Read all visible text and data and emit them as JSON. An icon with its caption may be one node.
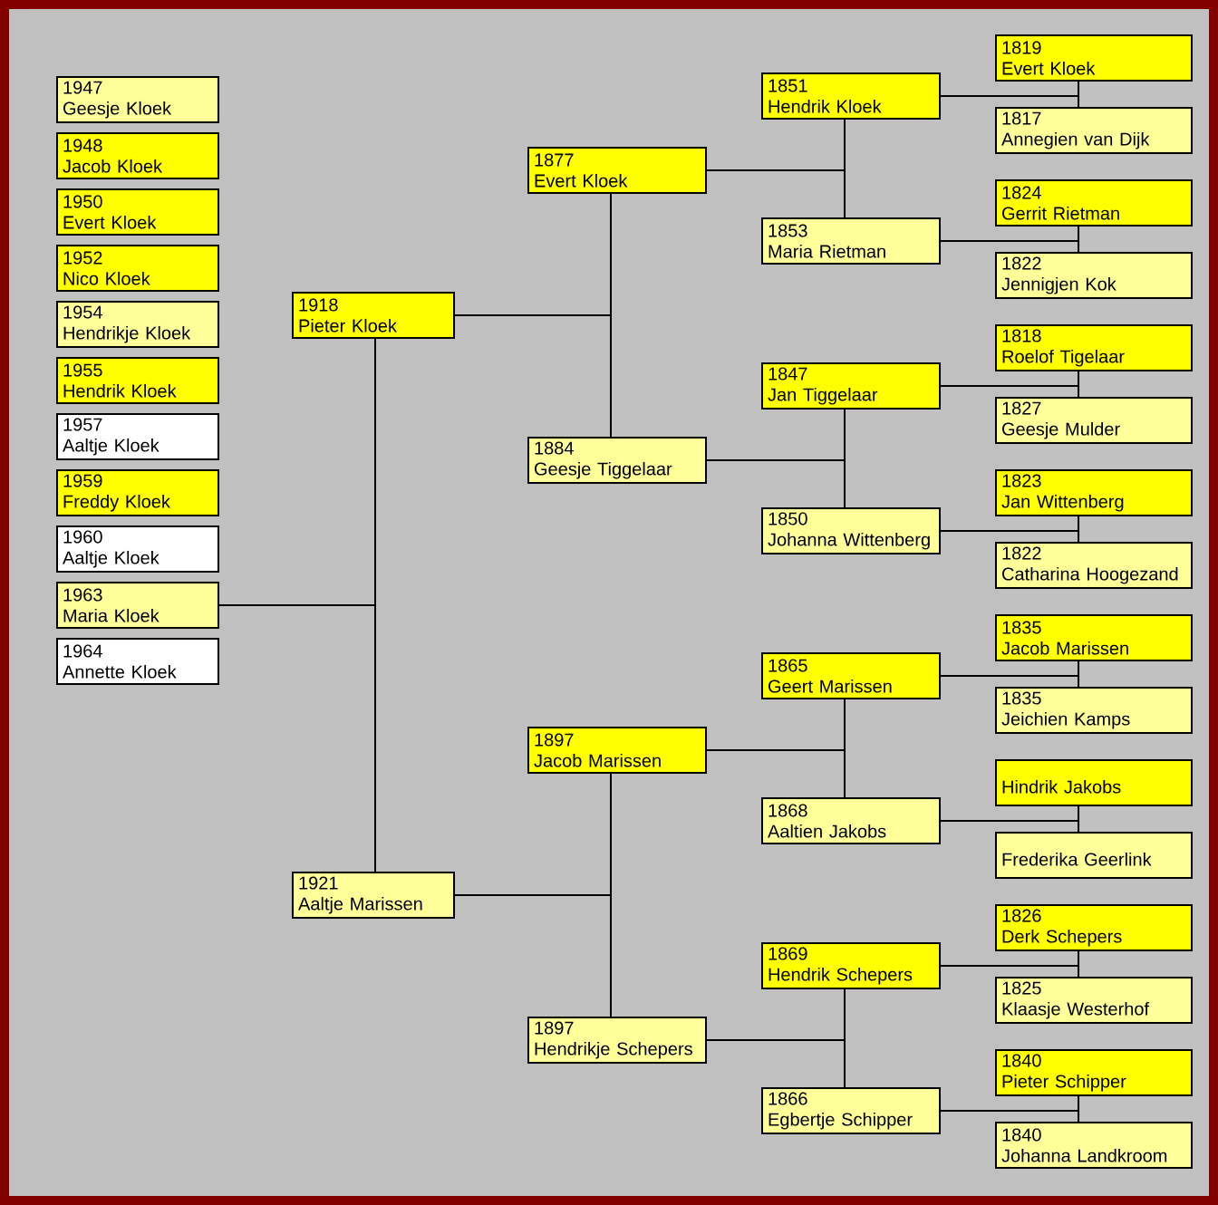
{
  "diagram": {
    "nodes": [
      {
        "text": [
          "1947",
          "Geesje Kloek"
        ]
      },
      {
        "text": [
          "1948",
          "Jacob Kloek"
        ]
      },
      {
        "text": [
          "1950",
          "Evert Kloek"
        ]
      },
      {
        "text": [
          "1952",
          "Nico Kloek"
        ]
      },
      {
        "text": [
          "1954",
          "Hendrikje Kloek"
        ]
      },
      {
        "text": [
          "1955",
          "Hendrik Kloek"
        ]
      },
      {
        "text": [
          "1957",
          "Aaltje Kloek"
        ]
      },
      {
        "text": [
          "1959",
          "Freddy Kloek"
        ]
      },
      {
        "text": [
          "1960",
          "Aaltje Kloek"
        ]
      },
      {
        "text": [
          "1963",
          "Maria Kloek"
        ]
      },
      {
        "text": [
          "1964",
          "Annette Kloek"
        ]
      },
      {
        "text": [
          "1918",
          "Pieter Kloek"
        ]
      },
      {
        "text": [
          "1921",
          "Aaltje Marissen"
        ]
      },
      {
        "text": [
          "1877",
          "Evert Kloek"
        ]
      },
      {
        "text": [
          "1884",
          "Geesje Tiggelaar"
        ]
      },
      {
        "text": [
          "1897",
          "Jacob Marissen"
        ]
      },
      {
        "text": [
          "1897",
          "Hendrikje Schepers"
        ]
      },
      {
        "text": [
          "1851",
          "Hendrik Kloek"
        ]
      },
      {
        "text": [
          "1853",
          "Maria Rietman"
        ]
      },
      {
        "text": [
          "1847",
          "Jan Tiggelaar"
        ]
      },
      {
        "text": [
          "1850",
          "Johanna Wittenberg"
        ]
      },
      {
        "text": [
          "1865",
          "Geert Marissen"
        ]
      },
      {
        "text": [
          "1868",
          "Aaltien Jakobs"
        ]
      },
      {
        "text": [
          "1869",
          "Hendrik Schepers"
        ]
      },
      {
        "text": [
          "1866",
          "Egbertje Schipper"
        ]
      },
      {
        "text": [
          "1819",
          "Evert Kloek"
        ]
      },
      {
        "text": [
          "1817",
          "Annegien van Dijk"
        ]
      },
      {
        "text": [
          "1824",
          "Gerrit Rietman"
        ]
      },
      {
        "text": [
          "1822",
          "Jennigjen Kok"
        ]
      },
      {
        "text": [
          "1818",
          "Roelof Tigelaar"
        ]
      },
      {
        "text": [
          "1827",
          "Geesje Mulder"
        ]
      },
      {
        "text": [
          "1823",
          "Jan Wittenberg"
        ]
      },
      {
        "text": [
          "1822",
          "Catharina Hoogezand"
        ]
      },
      {
        "text": [
          "1835",
          "Jacob Marissen"
        ]
      },
      {
        "text": [
          "1835",
          "Jeichien Kamps"
        ]
      },
      {
        "text": [
          "Hindrik Jakobs"
        ]
      },
      {
        "text": [
          "Frederika Geerlink"
        ]
      },
      {
        "text": [
          "1826",
          "Derk Schepers"
        ]
      },
      {
        "text": [
          "1825",
          "Klaasje Westerhof"
        ]
      },
      {
        "text": [
          "1840",
          "Pieter Schipper"
        ]
      },
      {
        "text": [
          "1840",
          "Johanna Landkroom"
        ]
      }
    ],
    "edges": [
      {
        "from": 9,
        "to": 11,
        "arrow": "none"
      },
      {
        "from": 9,
        "to": 12,
        "arrow": "none"
      },
      {
        "from": 11,
        "to": 13,
        "arrow": "none"
      },
      {
        "from": 11,
        "to": 14,
        "arrow": "none"
      },
      {
        "from": 12,
        "to": 15,
        "arrow": "none"
      },
      {
        "from": 12,
        "to": 16,
        "arrow": "none"
      },
      {
        "from": 13,
        "to": 17,
        "arrow": "none"
      },
      {
        "from": 13,
        "to": 18,
        "arrow": "none"
      },
      {
        "from": 14,
        "to": 19,
        "arrow": "none"
      },
      {
        "from": 14,
        "to": 20,
        "arrow": "none"
      },
      {
        "from": 15,
        "to": 21,
        "arrow": "none"
      },
      {
        "from": 15,
        "to": 22,
        "arrow": "none"
      },
      {
        "from": 16,
        "to": 23,
        "arrow": "none"
      },
      {
        "from": 16,
        "to": 24,
        "arrow": "none"
      },
      {
        "from": 17,
        "to": 25,
        "arrow": "none"
      },
      {
        "from": 17,
        "to": 26,
        "arrow": "none"
      },
      {
        "from": 18,
        "to": 27,
        "arrow": "none"
      },
      {
        "from": 18,
        "to": 28,
        "arrow": "none"
      },
      {
        "from": 19,
        "to": 29,
        "arrow": "none"
      },
      {
        "from": 19,
        "to": 30,
        "arrow": "none"
      },
      {
        "from": 20,
        "to": 31,
        "arrow": "none"
      },
      {
        "from": 20,
        "to": 32,
        "arrow": "none"
      },
      {
        "from": 21,
        "to": 33,
        "arrow": "none"
      },
      {
        "from": 21,
        "to": 34,
        "arrow": "none"
      },
      {
        "from": 22,
        "to": 35,
        "arrow": "none"
      },
      {
        "from": 22,
        "to": 36,
        "arrow": "none"
      },
      {
        "from": 23,
        "to": 37,
        "arrow": "none"
      },
      {
        "from": 23,
        "to": 38,
        "arrow": "none"
      },
      {
        "from": 24,
        "to": 39,
        "arrow": "none"
      },
      {
        "from": 24,
        "to": 40,
        "arrow": "none"
      }
    ]
  }
}
